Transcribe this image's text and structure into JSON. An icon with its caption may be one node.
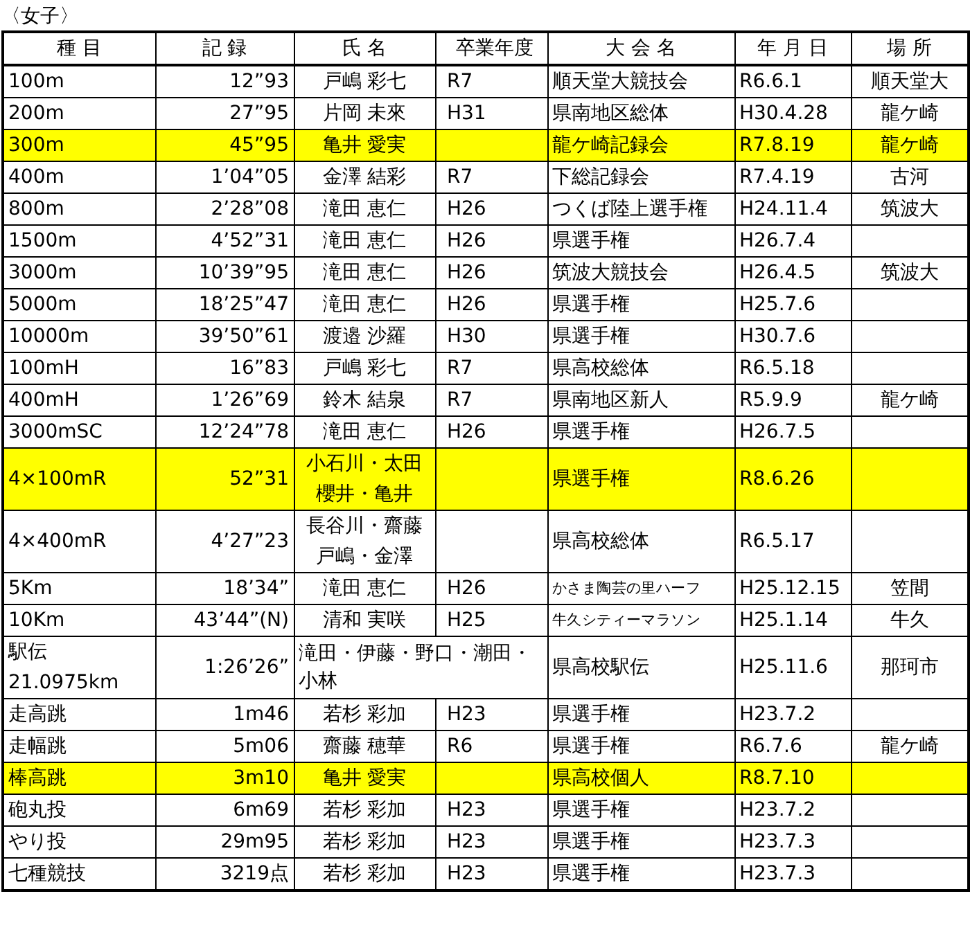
{
  "diagram": {
    "title": "〈女子〉",
    "labels": [
      "種 目",
      "記 録",
      "氏 名",
      "卒業年度",
      "大 会 名",
      "年 月 日",
      "場 所",
      "100m",
      "12”93",
      "戸嶋 彩七",
      "R7",
      "順天堂大競技会",
      "R6.6.1",
      "順天堂大",
      "200m",
      "27”95",
      "片岡 未來",
      "H31",
      "県南地区総体",
      "H30.4.28",
      "龍ケ崎",
      "300m",
      "45”95",
      "亀井 愛実",
      "龍ケ崎記録会",
      "R7.8.19",
      "龍ケ崎",
      "400m",
      "1’04”05",
      "金澤 結彩",
      "R7",
      "下総記録会",
      "R7.4.19",
      "古河",
      "800m",
      "2’28”08",
      "滝田 恵仁",
      "H26",
      "つくば陸上選手権",
      "H24.11.4",
      "筑波大",
      "1500m",
      "4’52”31",
      "滝田 恵仁",
      "H26",
      "県選手権",
      "H26.7.4",
      "3000m",
      "10’39”95",
      "滝田 恵仁",
      "H26",
      "筑波大競技会",
      "H26.4.5",
      "筑波大",
      "5000m",
      "18’25”47",
      "滝田 恵仁",
      "H26",
      "県選手権",
      "H25.7.6",
      "10000m",
      "39’50”61",
      "渡邉 沙羅",
      "H30",
      "県選手権",
      "H30.7.6",
      "100mH",
      "16”83",
      "戸嶋 彩七",
      "R7",
      "県高校総体",
      "R6.5.18",
      "400mH",
      "1’26”69",
      "鈴木 結泉",
      "R7",
      "県南地区新人",
      "R5.9.9",
      "龍ケ崎",
      "3000mSC",
      "12’24”78",
      "滝田 恵仁",
      "H26",
      "県選手権",
      "H26.7.5",
      "4×100mR",
      "52”31",
      "小石川・太田",
      "櫻井・亀井",
      "県選手権",
      "R8.6.26",
      "4×400mR",
      "4’27”23",
      "長谷川・齋藤",
      "戸嶋・金澤",
      "県高校総体",
      "R6.5.17",
      "5Km",
      "18’34”",
      "滝田 恵仁",
      "H26",
      "かさま陶芸の里ハーフ",
      "H25.12.15",
      "笠間",
      "10Km",
      "43’44”(N)",
      "清和 実咲",
      "H25",
      "牛久シティーマラソン",
      "H25.1.14",
      "牛久",
      "駅伝",
      "21.0975km",
      "1:26’26”",
      "滝田・伊藤・野口・潮田・小林",
      "県高校駅伝",
      "H25.11.6",
      "那珂市",
      "走高跳",
      "1m46",
      "若杉 彩加",
      "H23",
      "県選手権",
      "H23.7.2",
      "走幅跳",
      "5m06",
      "齋藤 穂華",
      "R6",
      "県選手権",
      "R6.7.6",
      "龍ケ崎",
      "棒高跳",
      "3m10",
      "亀井 愛実",
      "県高校個人",
      "R8.7.10",
      "砲丸投",
      "6m69",
      "若杉 彩加",
      "H23",
      "県選手権",
      "H23.7.2",
      "やり投",
      "29m95",
      "若杉 彩加",
      "H23",
      "県選手権",
      "H23.7.3",
      "七種競技",
      "3219点",
      "若杉 彩加",
      "H23",
      "県選手権",
      "H23.7.3"
    ]
  }
}
